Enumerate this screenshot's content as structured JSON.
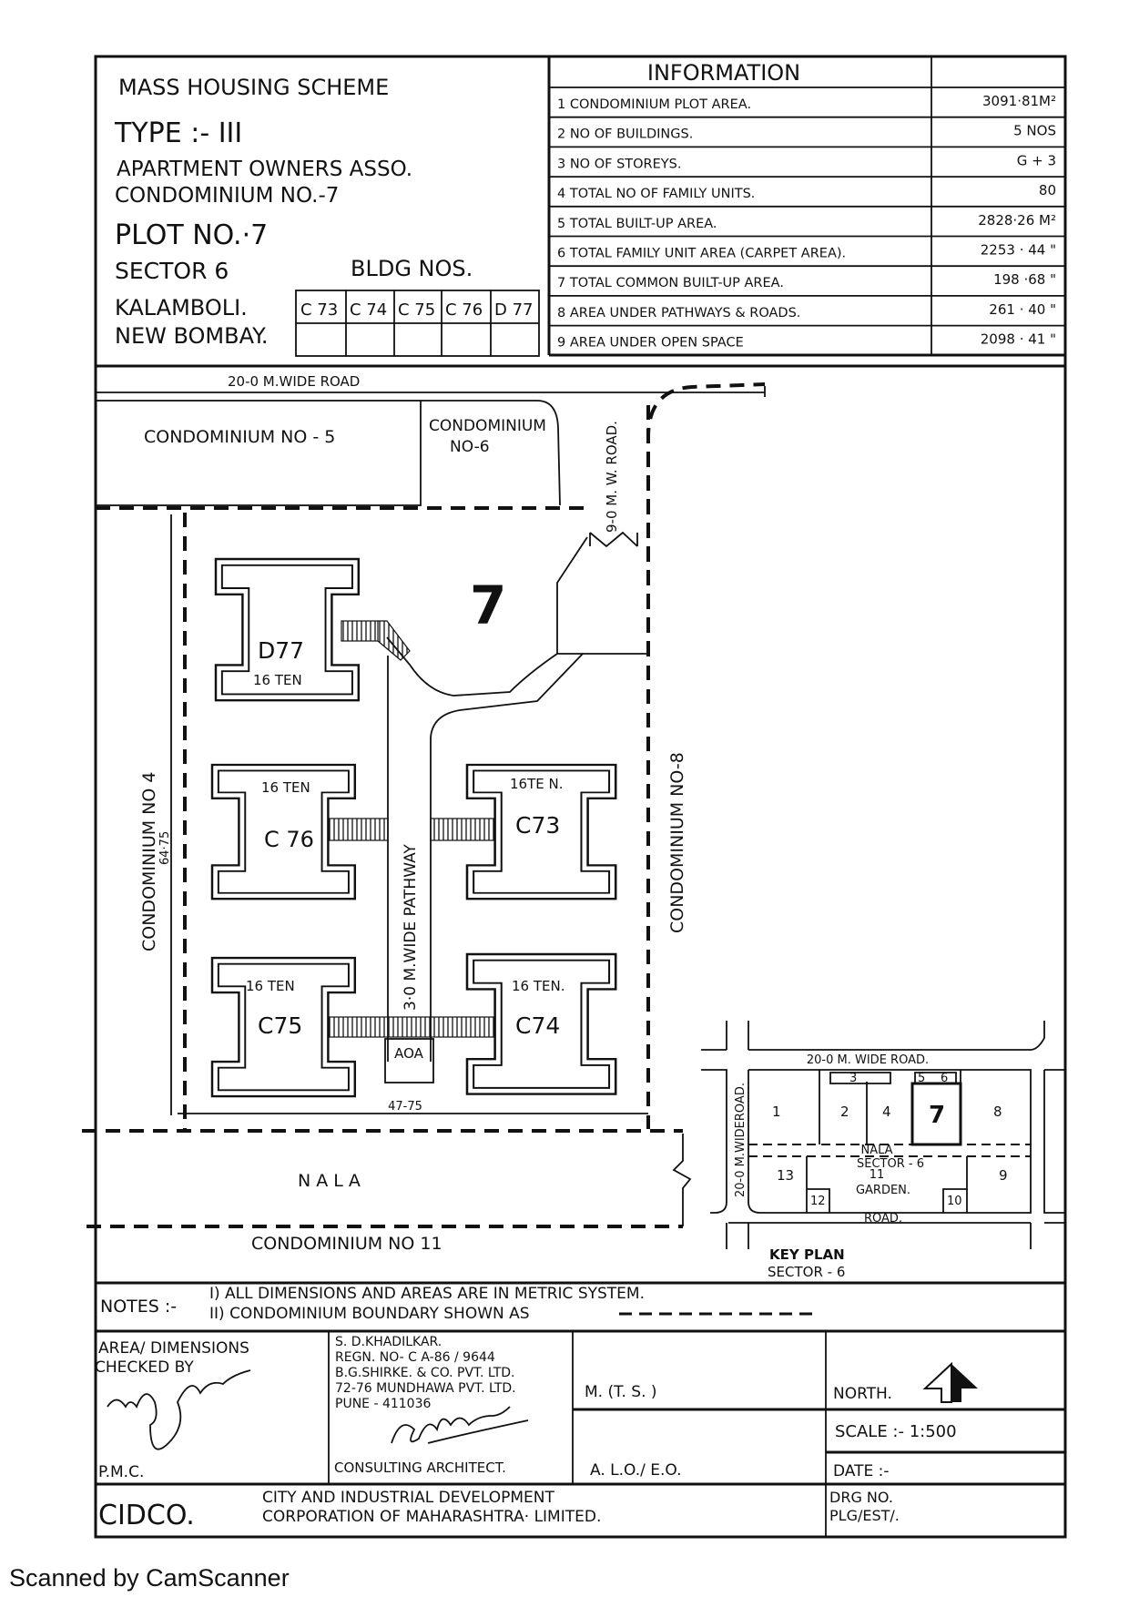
{
  "header": {
    "scheme": "MASS HOUSING SCHEME",
    "type": "TYPE :- III",
    "assoc": "APARTMENT  OWNERS  ASSO.",
    "condominium": "CONDOMINIUM  NO.-7",
    "plot": "PLOT  NO.·7",
    "sector": "SECTOR   6",
    "bldg_nos_label": "BLDG NOS.",
    "place1": "KALAMBOLI.",
    "place2": "NEW  BOMBAY.",
    "buildings": [
      "C 73",
      "C 74",
      "C 75",
      "C 76",
      "D 77"
    ]
  },
  "information": {
    "title": "INFORMATION",
    "rows": [
      {
        "label": "1 CONDOMINIUM   PLOT  AREA.",
        "value": "3091·81M²"
      },
      {
        "label": "2 NO OF  BUILDINGS.",
        "value": "5 NOS"
      },
      {
        "label": "3 NO OF  STOREYS.",
        "value": "G + 3"
      },
      {
        "label": "4 TOTAL  NO OF FAMILY UNITS.",
        "value": "80"
      },
      {
        "label": "5 TOTAL  BUILT-UP  AREA.",
        "value": "2828·26 M²"
      },
      {
        "label": "6 TOTAL  FAMILY UNIT AREA (CARPET AREA).",
        "value": "2253 · 44 \""
      },
      {
        "label": "7 TOTAL  COMMON  BUILT-UP AREA.",
        "value": "198 ·68 \""
      },
      {
        "label": "8 AREA  UNDER  PATHWAYS  &  ROADS.",
        "value": "261 · 40 \""
      },
      {
        "label": "9 AREA  UNDER  OPEN  SPACE",
        "value": "2098 · 41 \""
      }
    ]
  },
  "site": {
    "top_road": "20-0 M.WIDE ROAD",
    "condo5": "CONDOMINIUM  NO - 5",
    "condo6a": "CONDOMINIUM",
    "condo6b": "NO-6",
    "side_road": "9-0 M. W. ROAD.",
    "plot_number": "7",
    "condo4": "CONDOMINIUM  NO  4",
    "dim_left": "64·75",
    "condo8": "CONDOMINIUM  NO-8",
    "pathway": "3·0 M.WIDE PATHWAY",
    "aoa": "AOA",
    "dim_bottom": "47-75",
    "nala": "N  A  L  A",
    "condo11": "CONDOMINIUM  NO 11",
    "buildings": [
      {
        "name": "D77",
        "units": "16 TEN"
      },
      {
        "name": "C 76",
        "units": "16 TEN"
      },
      {
        "name": "C73",
        "units": "16TE N."
      },
      {
        "name": "C75",
        "units": "16 TEN"
      },
      {
        "name": "C74",
        "units": "16 TEN."
      }
    ]
  },
  "key_plan": {
    "title": "KEY PLAN",
    "subtitle": "SECTOR - 6",
    "top_road": "20-0  M.  WIDE  ROAD.",
    "left_road": "20-0 M.WIDEROAD.",
    "bottom_road": "ROAD.",
    "nala": "NALA",
    "sector": "SECTOR - 6",
    "garden_no": "11",
    "garden": "GARDEN.",
    "plots": [
      "1",
      "2",
      "3",
      "4",
      "5",
      "6",
      "7",
      "8",
      "9",
      "10",
      "12",
      "13"
    ]
  },
  "notes": {
    "label": "NOTES :-",
    "n1": "I)  ALL  DIMENSIONS  AND  AREAS  ARE    IN  METRIC  SYSTEM.",
    "n2": "II)  CONDOMINIUM  BOUNDARY  SHOWN  AS"
  },
  "title_block": {
    "checked1": "AREA/ DIMENSIONS",
    "checked2": "CHECKED  BY",
    "pmc": "P.M.C.",
    "arch": [
      "S. D.KHADILKAR.",
      "REGN. NO- C A-86 / 9644",
      "B.G.SHIRKE. & CO. PVT. LTD.",
      "72-76 MUNDHAWA  PVT. LTD.",
      "PUNE - 411036"
    ],
    "arch_role": "CONSULTING  ARCHITECT.",
    "mts": "M. (T. S. )",
    "aloeo": "A. L.O./ E.O.",
    "north": "NORTH.",
    "scale": "SCALE :-    1:500",
    "date": "DATE :-",
    "org": "CIDCO.",
    "org_full1": "CITY  AND  INDUSTRIAL  DEVELOPMENT",
    "org_full2": "CORPORATION  OF  MAHARASHTRA· LIMITED.",
    "drg1": "DRG  NO.",
    "drg2": "PLG/EST/."
  },
  "footer": {
    "scanner": "Scanned by CamScanner"
  }
}
